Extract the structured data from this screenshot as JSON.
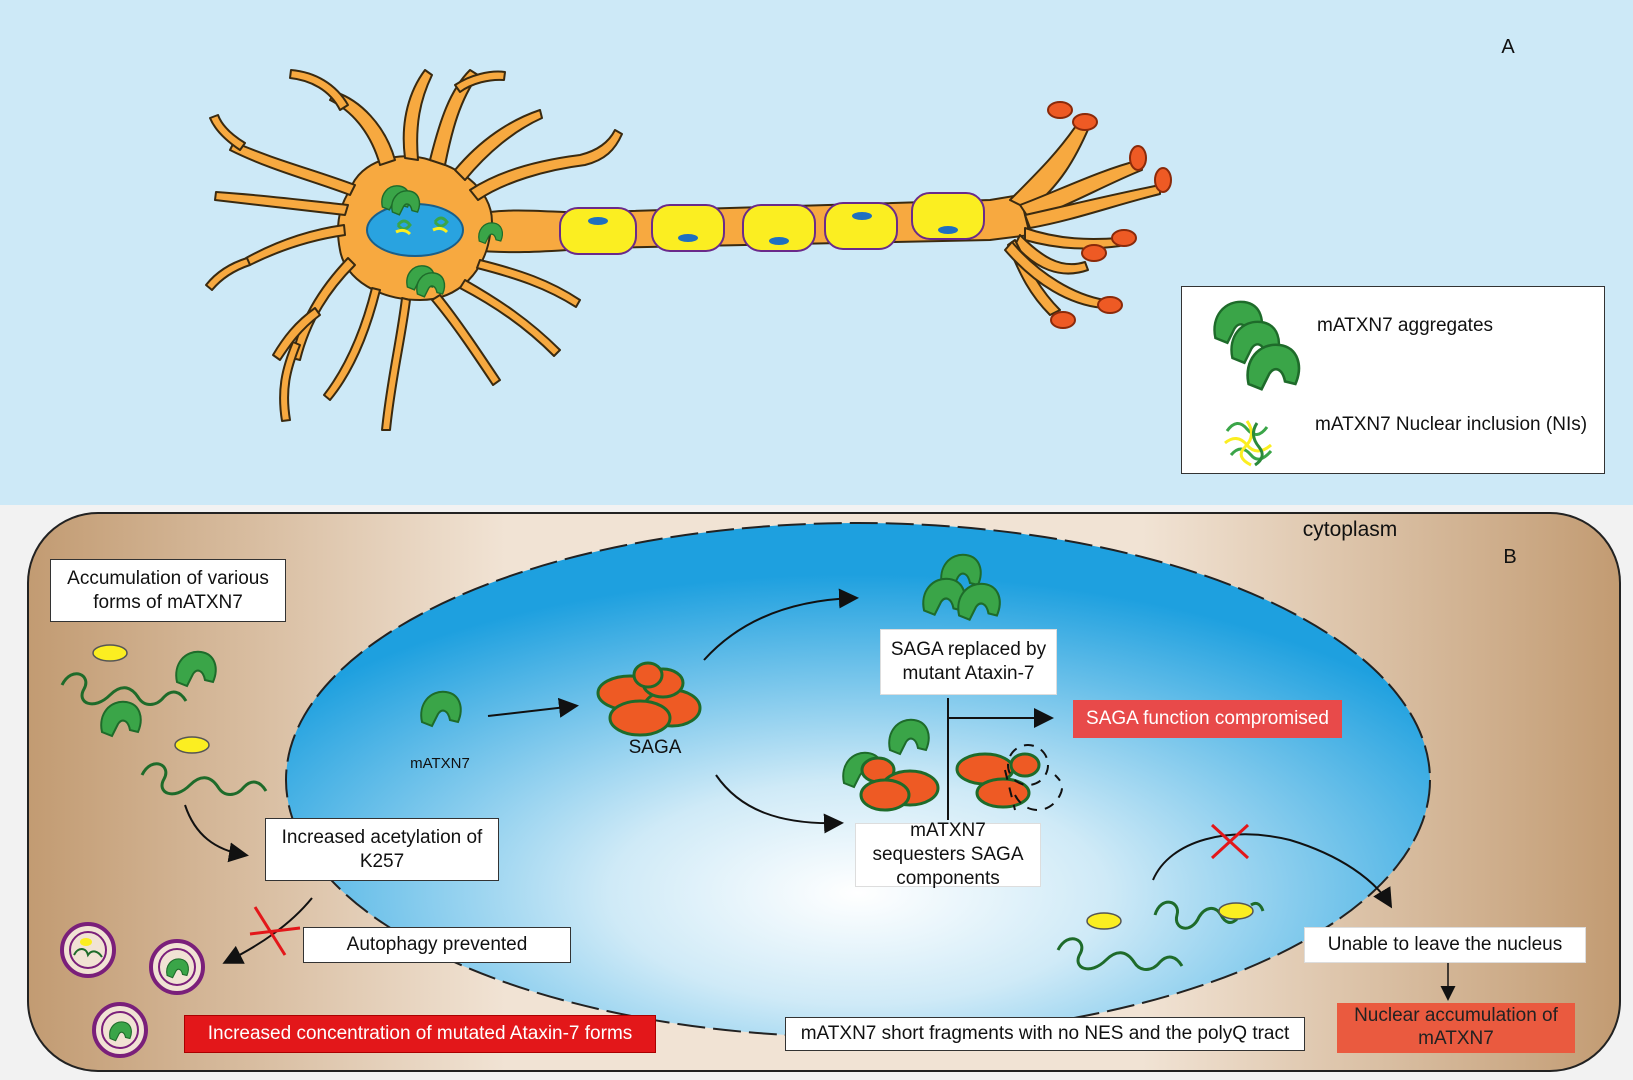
{
  "panel_a": {
    "letter": "A",
    "legend": {
      "aggregates_label": "mATXN7 aggregates",
      "inclusion_label": "mATXN7 Nuclear inclusion (NIs)"
    }
  },
  "panel_b": {
    "letter": "B",
    "cytoplasm_label": "cytoplasm",
    "accumulation": "Accumulation of various forms of mATXN7",
    "acetylation": "Increased acetylation of K257",
    "autophagy": "Autophagy prevented",
    "increased_concentration": "Increased concentration of mutated Ataxin-7 forms",
    "matxn7_label": "mATXN7",
    "saga_label": "SAGA",
    "saga_replaced": "SAGA replaced by mutant Ataxin-7",
    "saga_compromised": "SAGA function compromised",
    "sequesters": "mATXN7 sequesters SAGA components",
    "unable_leave": "Unable to leave the nucleus",
    "nuclear_accumulation": "Nuclear accumulation of mATXN7",
    "short_fragments": "mATXN7 short fragments with no NES and the polyQ tract"
  },
  "colors": {
    "panel_a_bg": "#cde9f7",
    "neuron": "#f7a940",
    "myelin": "#fbee21",
    "aggregate": "#3aa548",
    "saga": "#ee5a24",
    "nucleus": "#29a3e0",
    "cell_bg": "#c39a70"
  }
}
